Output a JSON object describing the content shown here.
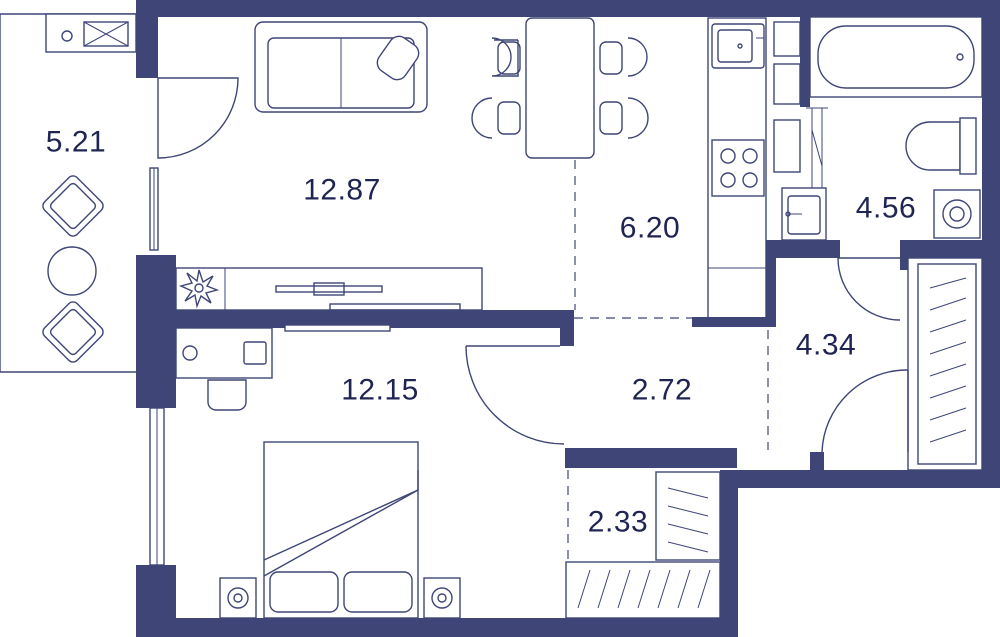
{
  "colors": {
    "wall": "#3f4677",
    "line": "#3f4677",
    "label": "#1f2452",
    "background": "#ffffff"
  },
  "rooms": [
    {
      "id": "balcony",
      "area": "5.21"
    },
    {
      "id": "living",
      "area": "12.87"
    },
    {
      "id": "kitchen",
      "area": "6.20"
    },
    {
      "id": "bathroom",
      "area": "4.56"
    },
    {
      "id": "hall",
      "area": "4.34"
    },
    {
      "id": "corridor",
      "area": "2.72"
    },
    {
      "id": "bedroom",
      "area": "12.15"
    },
    {
      "id": "wardrobe",
      "area": "2.33"
    }
  ],
  "icons": [
    "armchair-icon",
    "round-table-icon",
    "sofa-icon",
    "dining-table-icon",
    "chair-icon",
    "kitchen-sink-icon",
    "cooktop-icon",
    "bathtub-icon",
    "toilet-icon",
    "washing-machine-icon",
    "wash-basin-icon",
    "plant-icon",
    "desk-icon",
    "double-bed-icon",
    "pillow-icon",
    "nightstand-icon",
    "wardrobe-hangers-icon",
    "door-swing-icon",
    "window-icon"
  ]
}
